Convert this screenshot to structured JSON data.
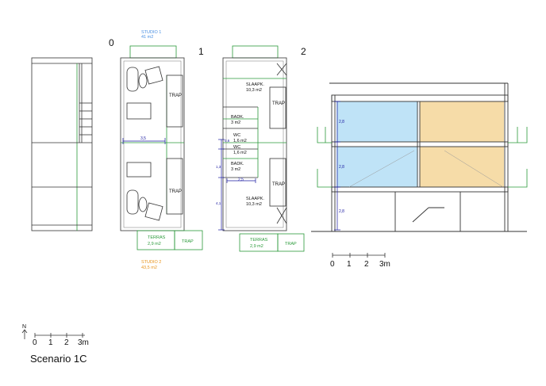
{
  "sheet": {
    "scenario_title": "Scenario 1C",
    "north_label": "N"
  },
  "floor_numbers": [
    "0",
    "1",
    "2"
  ],
  "scale_bars": {
    "small": [
      "0",
      "1",
      "2",
      "3m"
    ],
    "large": [
      "0",
      "1",
      "2",
      "3m"
    ]
  },
  "studios": {
    "studio1": {
      "name": "STUDIO 1",
      "area": "41 m2",
      "color": "#4a90e2"
    },
    "studio2": {
      "name": "STUDIO 2",
      "area": "43,5 m2",
      "color": "#e8941c"
    }
  },
  "plan_level0": {
    "trap_upper": "TRAP",
    "trap_lower": "TRAP",
    "width_dim": "3,5",
    "terrace_name": "TERRAS",
    "terrace_area": "2,9 m2",
    "terrace_trap": "TRAP"
  },
  "plan_level1": {
    "bedroom_upper_name": "SLAAPK.",
    "bedroom_upper_area": "10,3 m2",
    "trap_upper": "TRAP",
    "bath_upper_name": "BADK.",
    "bath_upper_area": "3 m2",
    "wc_upper_name": "WC",
    "wc_upper_area": "1,6 m2",
    "wc_lower_name": "WC",
    "wc_lower_area": "1,6 m2",
    "bath_lower_name": "BADK.",
    "bath_lower_area": "3 m2",
    "width_dim": "2,5",
    "bedroom_lower_name": "SLAAPK.",
    "bedroom_lower_area": "10,3 m2",
    "trap_lower": "TRAP",
    "terrace_name": "TERRAS",
    "terrace_area": "2,9 m2",
    "terrace_trap": "TRAP",
    "dim_small": "0,6",
    "dim_mid": "1,3",
    "dim_long": "4,1"
  },
  "section": {
    "height_upper": "2,8",
    "height_mid": "2,8",
    "height_lower": "2,8",
    "fill_blue": "#bfe3f7",
    "fill_orange": "#f6dca8",
    "wall_color": "#333333",
    "dim_color": "#1a1aa0",
    "green_color": "#2a9a3a"
  }
}
